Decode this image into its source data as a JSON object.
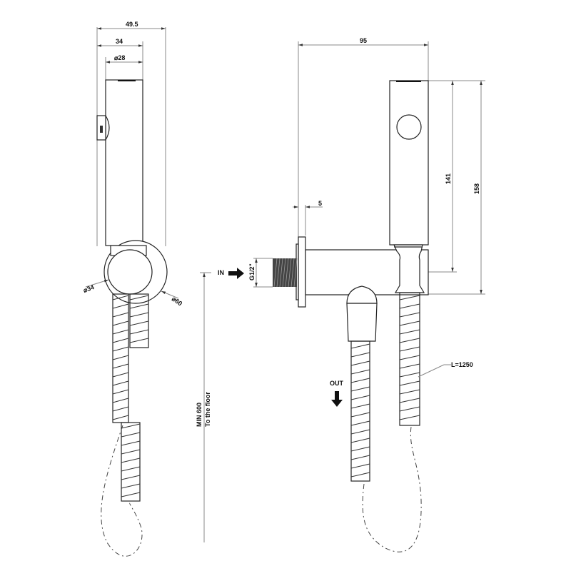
{
  "drawing": {
    "type": "technical-dimension-drawing",
    "subject": "wall-mounted bidet shower handset with hose and wall connection elbow",
    "side_view": {
      "dimensions": {
        "overall_width": "49.5",
        "handle_width": "34",
        "head_diameter": "⌀28",
        "bracket_inner_diameter": "⌀34",
        "bracket_outer_diameter": "⌀60"
      }
    },
    "front_view": {
      "dimensions": {
        "overall_projection": "95",
        "flange_thickness": "5",
        "handset_length_to_elbow": "141",
        "overall_height": "158",
        "inlet_thread": "G1/2\"",
        "hose_length": "L=1250"
      },
      "labels": {
        "inlet": "IN",
        "outlet": "OUT",
        "min_height": "MIN 600",
        "to_floor": "To the floor"
      }
    }
  },
  "colors": {
    "object_line": "#222222",
    "dimension_line": "#888888",
    "background": "#ffffff"
  }
}
